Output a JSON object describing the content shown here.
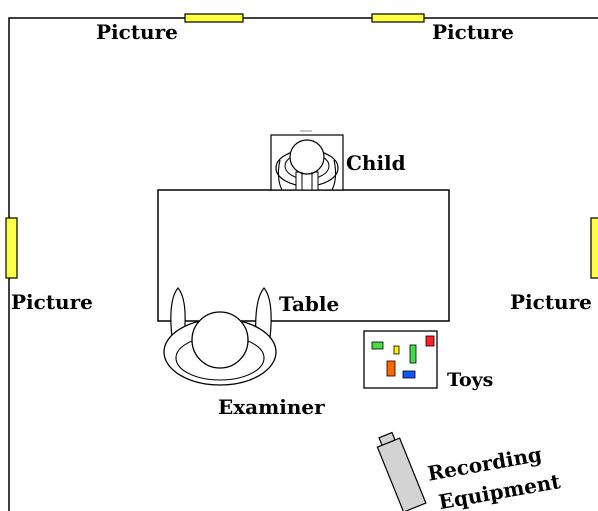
{
  "room": {
    "pictures": [
      {
        "label": "Picture"
      },
      {
        "label": "Picture"
      },
      {
        "label": "Picture"
      },
      {
        "label": "Picture"
      }
    ],
    "child_label": "Child",
    "table_label": "Table",
    "examiner_label": "Examiner",
    "toys_label": "Toys",
    "recording_label_line1": "Recording",
    "recording_label_line2": "Equipment"
  },
  "colors": {
    "picture_fill": "#ffff44",
    "toy_red": "#ff2222",
    "toy_green": "#44dd44",
    "toy_orange": "#ff6600",
    "toy_blue": "#1155ff",
    "toy_yellow": "#ffee00",
    "equipment_fill": "#d3d3d3"
  }
}
